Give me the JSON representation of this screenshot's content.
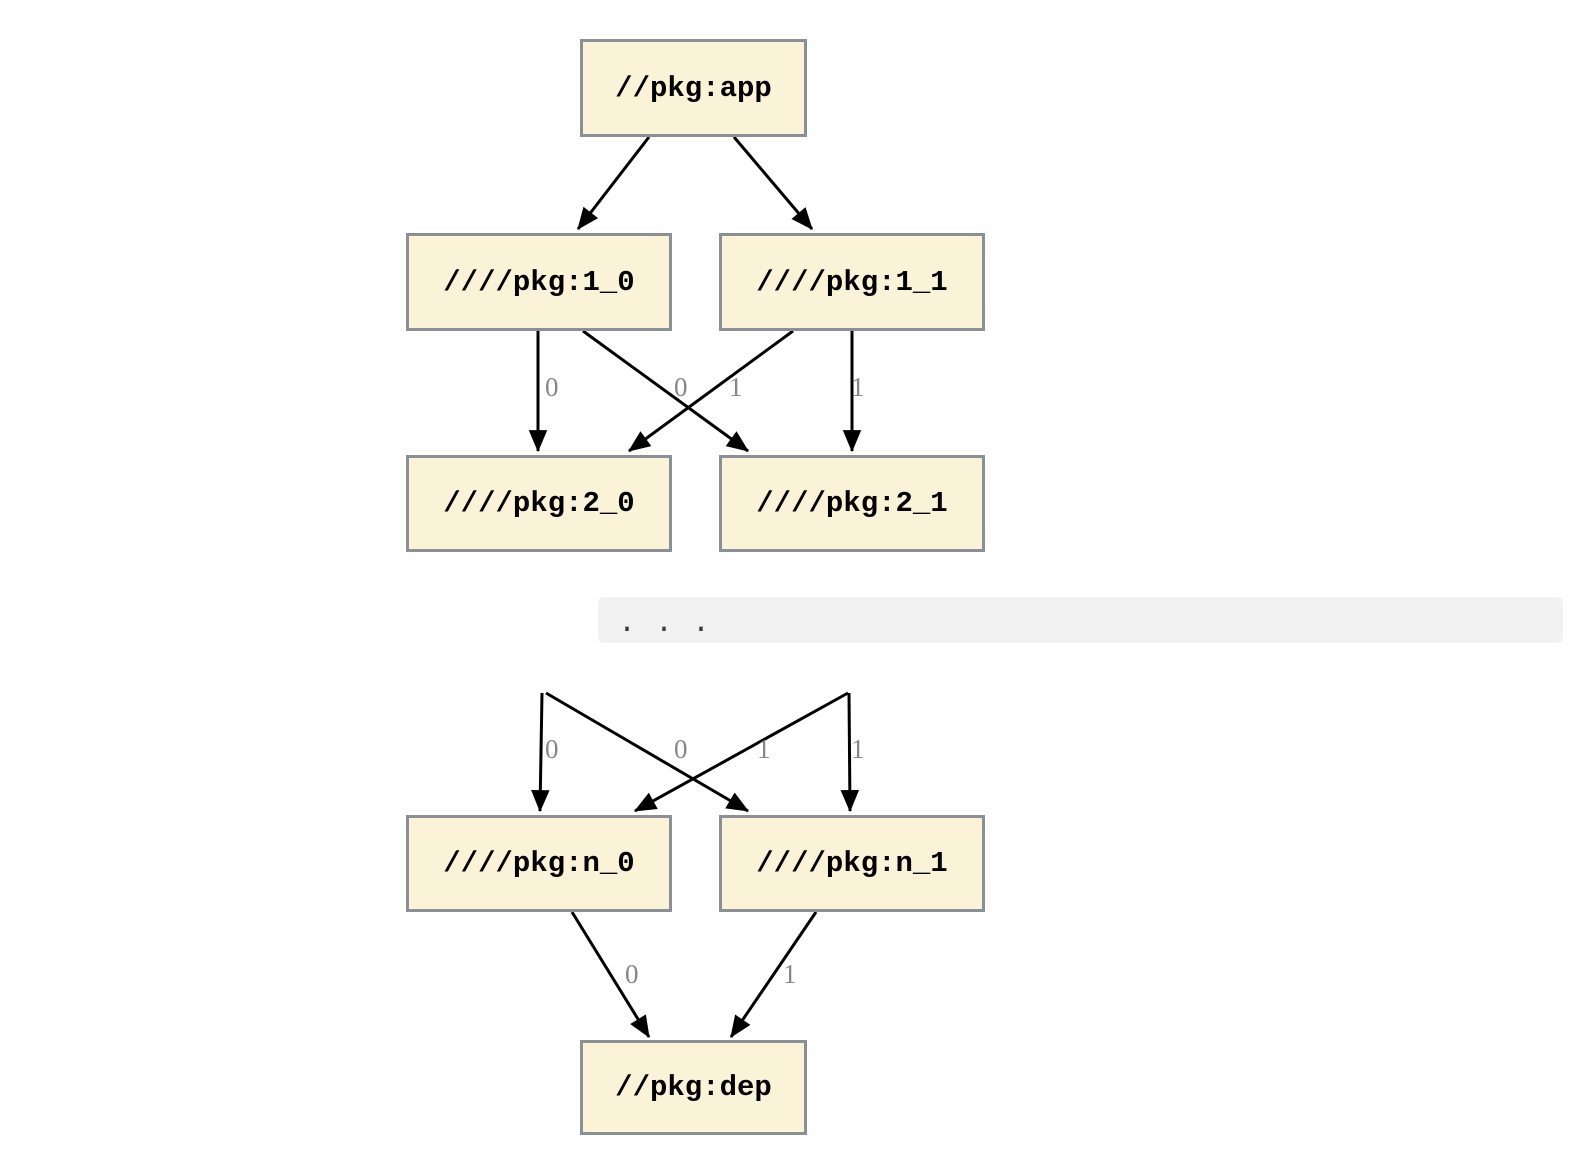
{
  "diagram": {
    "nodes": [
      {
        "id": "app",
        "label": "//pkg:app"
      },
      {
        "id": "1_0",
        "label": "////pkg:1_0"
      },
      {
        "id": "1_1",
        "label": "////pkg:1_1"
      },
      {
        "id": "2_0",
        "label": "////pkg:2_0"
      },
      {
        "id": "2_1",
        "label": "////pkg:2_1"
      },
      {
        "id": "n_0",
        "label": "////pkg:n_0"
      },
      {
        "id": "n_1",
        "label": "////pkg:n_1"
      },
      {
        "id": "dep",
        "label": "//pkg:dep"
      }
    ],
    "ellipsis": "...",
    "edges": [
      {
        "from": "//pkg:app",
        "to": "////pkg:1_0",
        "label": ""
      },
      {
        "from": "//pkg:app",
        "to": "////pkg:1_1",
        "label": ""
      },
      {
        "from": "////pkg:1_0",
        "to": "////pkg:2_0",
        "label": "0"
      },
      {
        "from": "////pkg:1_0",
        "to": "////pkg:2_1",
        "label": "1"
      },
      {
        "from": "////pkg:1_1",
        "to": "////pkg:2_0",
        "label": "0"
      },
      {
        "from": "////pkg:1_1",
        "to": "////pkg:2_1",
        "label": "1"
      },
      {
        "from": "",
        "to": "////pkg:n_0",
        "label": "0"
      },
      {
        "from": "",
        "to": "////pkg:n_1",
        "label": "1"
      },
      {
        "from": "",
        "to": "////pkg:n_0",
        "label": "0"
      },
      {
        "from": "",
        "to": "////pkg:n_1",
        "label": "1"
      },
      {
        "from": "////pkg:n_0",
        "to": "//pkg:dep",
        "label": "0"
      },
      {
        "from": "////pkg:n_1",
        "to": "//pkg:dep",
        "label": "1"
      }
    ]
  },
  "colors": {
    "node_fill": "#faf3d7",
    "node_border": "#8a9096",
    "edge": "#000000",
    "edge_label": "#878787",
    "ellipsis_background": "#f1f1f1",
    "ellipsis_text": "#3c3c3c"
  }
}
